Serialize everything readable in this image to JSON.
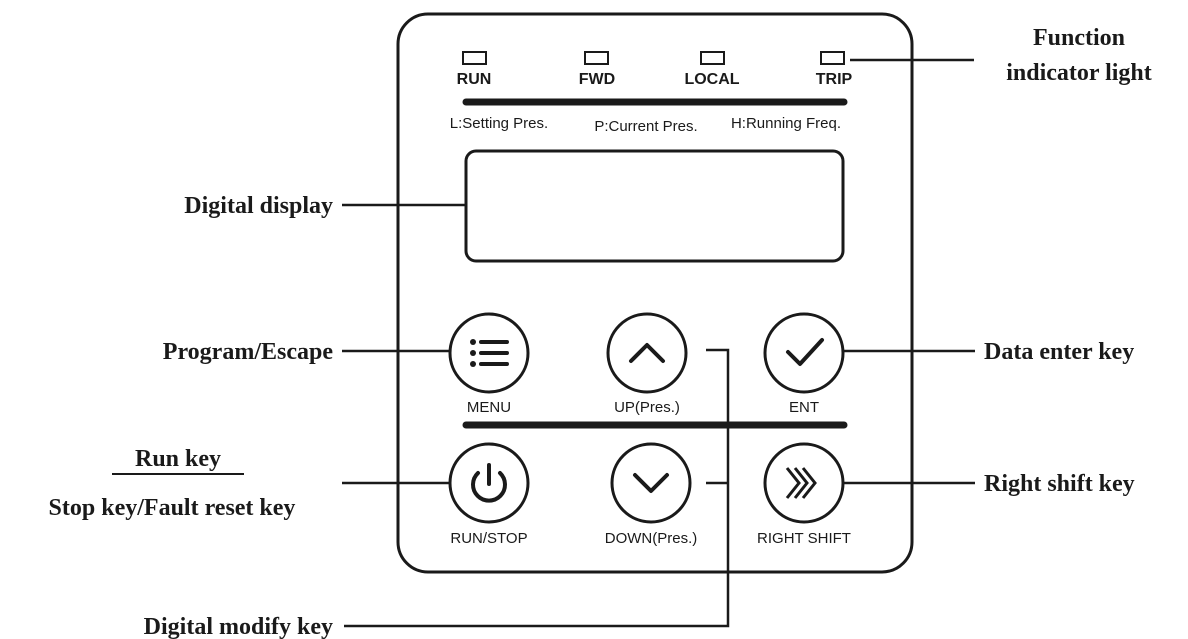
{
  "indicators": [
    {
      "name": "run",
      "label": "RUN"
    },
    {
      "name": "fwd",
      "label": "FWD"
    },
    {
      "name": "local",
      "label": "LOCAL"
    },
    {
      "name": "trip",
      "label": "TRIP"
    }
  ],
  "display_modes": [
    {
      "name": "setting-pres",
      "label": "L:Setting Pres."
    },
    {
      "name": "current-pres",
      "label": "P:Current Pres."
    },
    {
      "name": "running-freq",
      "label": "H:Running Freq."
    }
  ],
  "keys": [
    {
      "name": "menu",
      "label": "MENU",
      "icon": "menu-icon"
    },
    {
      "name": "up",
      "label": "UP(Pres.)",
      "icon": "chevron-up-icon"
    },
    {
      "name": "ent",
      "label": "ENT",
      "icon": "check-icon"
    },
    {
      "name": "run-stop",
      "label": "RUN/STOP",
      "icon": "power-icon"
    },
    {
      "name": "down",
      "label": "DOWN(Pres.)",
      "icon": "chevron-down-icon"
    },
    {
      "name": "right-shift",
      "label": "RIGHT SHIFT",
      "icon": "double-chevron-right-icon"
    }
  ],
  "callouts": {
    "function_indicator_light_line1": "Function",
    "function_indicator_light_line2": "indicator light",
    "digital_display": "Digital display",
    "program_escape": "Program/Escape",
    "data_enter_key": "Data enter key",
    "run_key": "Run key",
    "stop_fault_reset_key": "Stop key/Fault reset key",
    "right_shift_key": "Right shift key",
    "digital_modify_key": "Digital modify key"
  },
  "colors": {
    "ink": "#1a1a1a",
    "background": "#ffffff"
  }
}
